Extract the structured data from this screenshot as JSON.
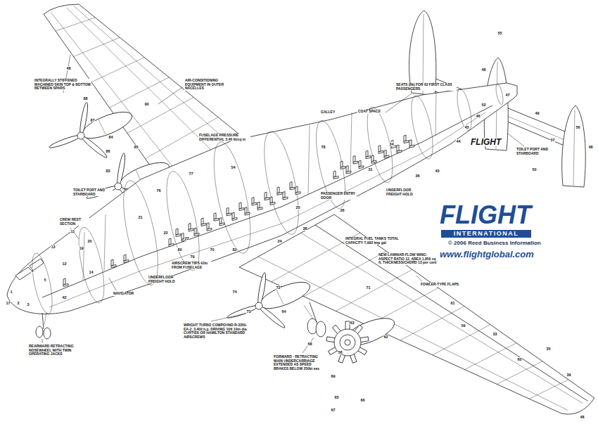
{
  "diagram": {
    "labels": [
      "INTEGRALLY STIFFENED MACHINED SKIN TOP & BOTTOM BETWEEN SPARS",
      "AIR-CONDITIONING EQUIPMENT IN OUTER NACELLES",
      "FUSELAGE PRESSURE DIFFERENTIAL 5.46 lb/sq in",
      "GALLEY",
      "COAT SPACE",
      "SEATS (8k) FOR 62 FIRST CLASS PASSENGERS",
      "TOILET PORT AND STARBOARD",
      "UNDERFLOOR FREIGHT HOLD",
      "PASSENGER ENTRY DOOR",
      "TOILET PORT AND STARBOARD",
      "CREW REST SECTION",
      "INTEGRAL FUEL TANKS TOTAL CAPACITY 7,993 Imp gal",
      "NEW LAMINAR-FLOW WING: ASPECT RATIO 12, AREA 1,850 sq ft, THICKNESS/CHORD 13 per cent",
      "FOWLER-TYPE FLAPS",
      "AIRSCREW TIPS 42in FROM FUSELAGE",
      "UNDERFLOOR FREIGHT HOLD",
      "NAVIGATOR",
      "WRIGHT TURBO COMPOUND R-3350-EA-2, 3,400 h.p. DRIVING 10ft 10in dia CURTISS OR HAMILTON STANDARD AIRSCREWS",
      "FORWARD - RETRACTING MAIN UNDERCARRIAGE EXTENDED AS SPEED BRAKES BELOW 250kt eas",
      "REARWARD RETRACTING NOSEWHEEL WITH TWIN OPERATING JACKS",
      "FLIGHT",
      "FLIGHT",
      "INTERNATIONAL",
      "© 2006 Reed Business Information",
      "www.flightglobal.com",
      "17",
      "2",
      "3",
      "1",
      "42",
      "5",
      "6",
      "11",
      "13",
      "12",
      "14",
      "19",
      "20",
      "21",
      "22",
      "23",
      "79",
      "80",
      "70",
      "82",
      "83",
      "84",
      "85",
      "86",
      "87",
      "88",
      "90",
      "76",
      "77",
      "54",
      "78",
      "24",
      "25",
      "26",
      "38",
      "31",
      "34",
      "36",
      "43",
      "44",
      "45",
      "46",
      "47",
      "48",
      "52",
      "55",
      "49",
      "50",
      "57",
      "56",
      "48",
      "48",
      "58",
      "59",
      "60",
      "61",
      "62",
      "63",
      "64",
      "65",
      "66",
      "67",
      "68",
      "69",
      "71",
      "72",
      "73",
      "74",
      "48",
      "39",
      "35",
      "33"
    ]
  }
}
